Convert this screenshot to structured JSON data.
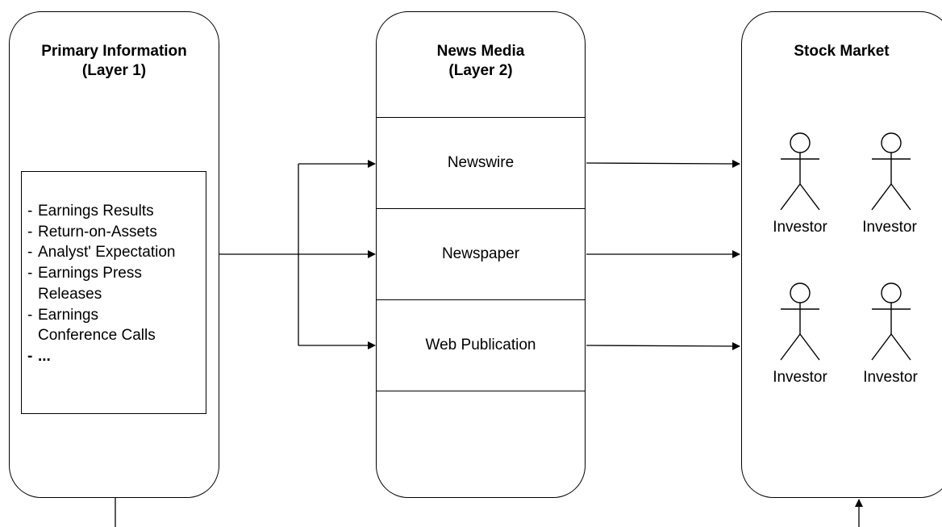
{
  "layers": {
    "primary": {
      "title_line1": "Primary Information",
      "title_line2": "(Layer 1)",
      "items": [
        {
          "line1": "Earnings Results",
          "line2": ""
        },
        {
          "line1": "Return-on-Assets",
          "line2": ""
        },
        {
          "line1": "Analyst' Expectation",
          "line2": ""
        },
        {
          "line1": "Earnings Press",
          "line2": "Releases"
        },
        {
          "line1": "Earnings",
          "line2": "Conference Calls"
        },
        {
          "line1": "...",
          "line2": ""
        }
      ]
    },
    "media": {
      "title_line1": "News Media",
      "title_line2": "(Layer 2)",
      "channels": [
        "Newswire",
        "Newspaper",
        "Web Publication"
      ]
    },
    "market": {
      "title": "Stock Market",
      "investors": [
        "Investor",
        "Investor",
        "Investor",
        "Investor"
      ]
    }
  }
}
